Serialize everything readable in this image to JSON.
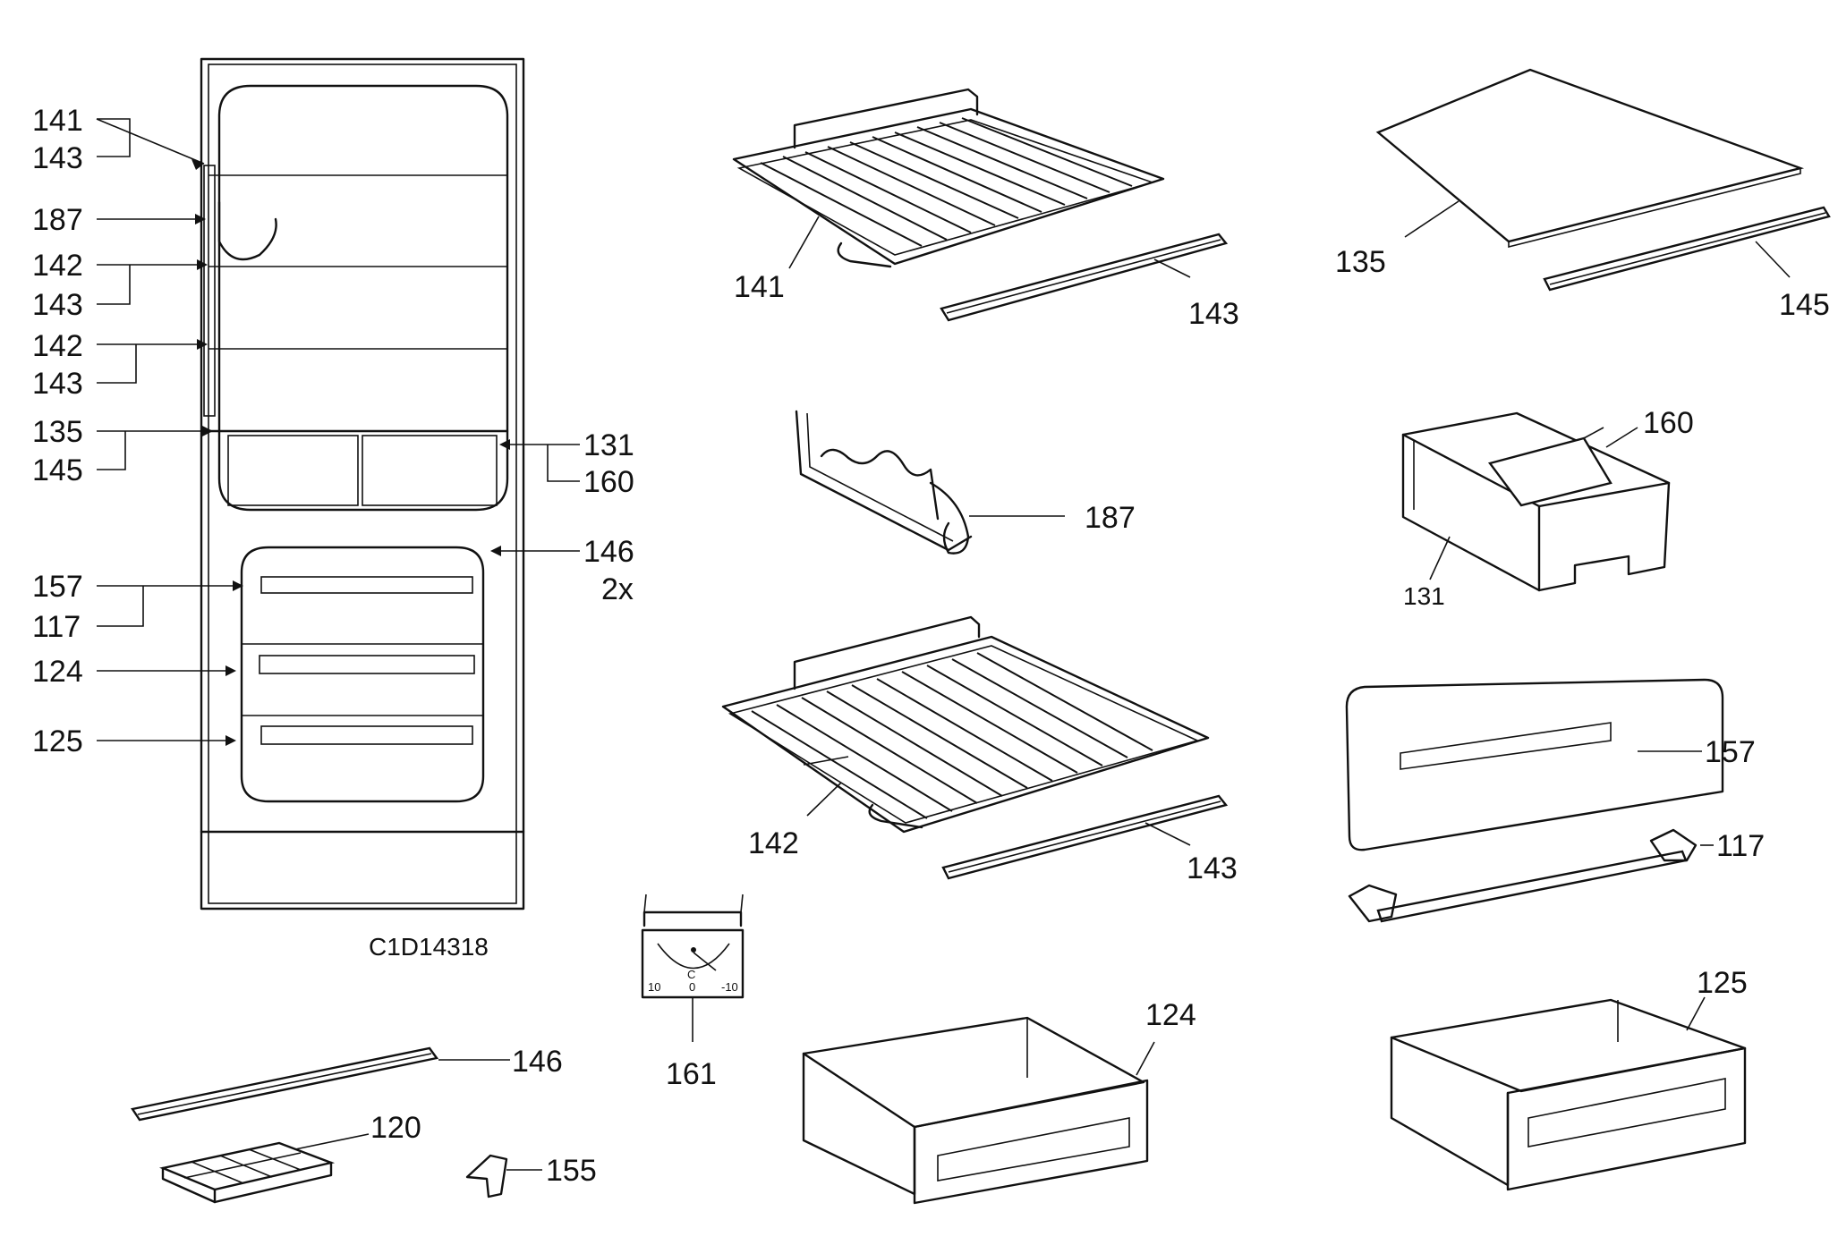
{
  "drawing_code": "C1D14318",
  "fridge_labels": {
    "left": [
      "141",
      "143",
      "187",
      "142",
      "143",
      "142",
      "143",
      "135",
      "145",
      "157",
      "117",
      "124",
      "125"
    ],
    "right": [
      "131",
      "160",
      "146",
      "2x"
    ]
  },
  "part_labels": {
    "p141": "141",
    "p143a": "143",
    "p135": "135",
    "p145": "145",
    "p187": "187",
    "p160": "160",
    "p131": "131",
    "p142": "142",
    "p143b": "143",
    "p157": "157",
    "p117": "117",
    "p161": "161",
    "p124": "124",
    "p125": "125",
    "p146": "146",
    "p120": "120",
    "p155": "155"
  },
  "thermostat_scale": {
    "left": "10",
    "mid": "0",
    "right": "-10",
    "unit": "C"
  }
}
